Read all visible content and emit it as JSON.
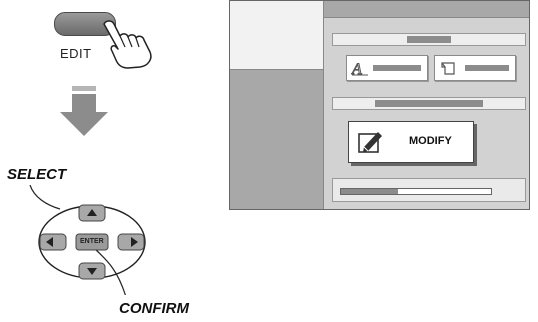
{
  "edit": {
    "label": "EDIT"
  },
  "labels": {
    "select": "SELECT",
    "confirm": "CONFIRM"
  },
  "dpad": {
    "center_label": "ENTER"
  },
  "screen": {
    "modify_label": "MODIFY",
    "progress_fraction": 0.38
  },
  "colors": {
    "panel_gray": "#d2d2d2",
    "dark_gray": "#8c8c8c"
  }
}
